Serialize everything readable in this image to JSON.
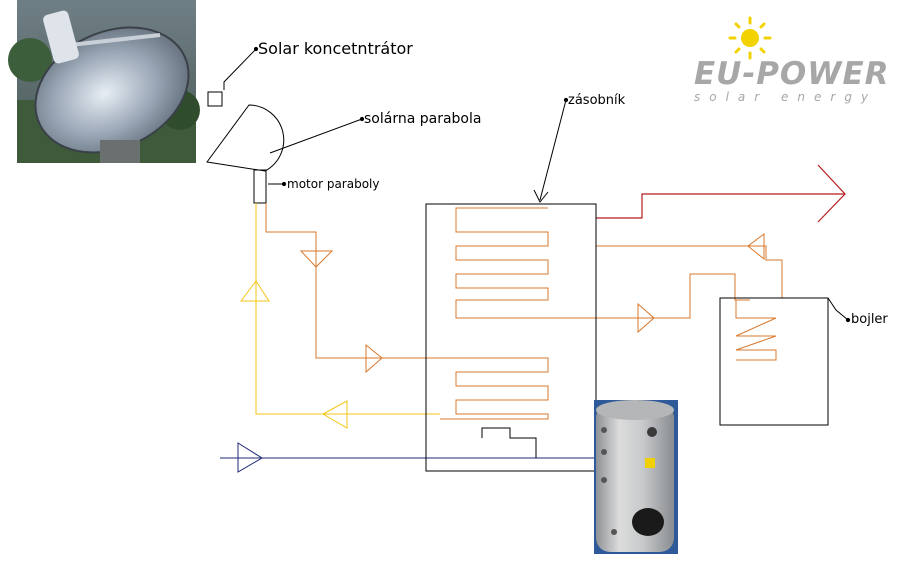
{
  "labels": {
    "concentrator": "Solar koncetntrátor",
    "parabola": "solárna parabola",
    "motor": "motor paraboly",
    "tank": "zásobník",
    "boiler": "bojler"
  },
  "logo": {
    "brand": "EU-POWER",
    "tagline": "solar energy",
    "icon": "sun-icon"
  },
  "photos": {
    "dish": "solar-dish-photo",
    "tank": "storage-tank-photo"
  },
  "colors": {
    "solar_loop": "#f5c518",
    "heat_loop": "#d9782d",
    "hot_outlet": "#b81c1c",
    "cold_inlet": "#1f2a7a",
    "outline": "#000000",
    "logo_gray": "#a7a7a7",
    "sun": "#f2d200"
  }
}
